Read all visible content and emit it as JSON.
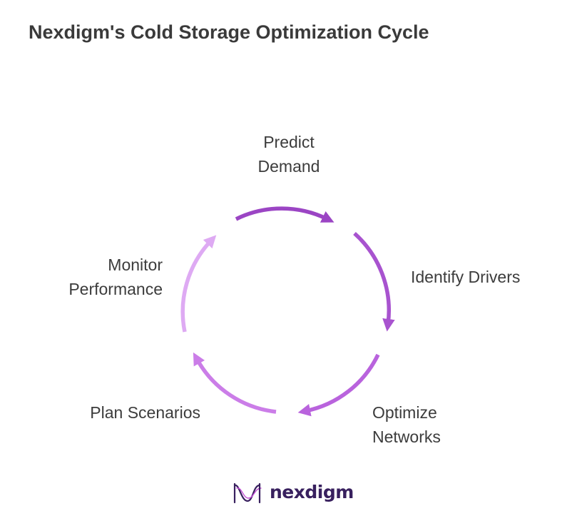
{
  "title": "Nexdigm's Cold Storage Optimization Cycle",
  "stages": [
    {
      "lines": [
        "Predict",
        "Demand"
      ],
      "color": "#9b45c4"
    },
    {
      "lines": [
        "Identify Drivers"
      ],
      "color": "#a853cf"
    },
    {
      "lines": [
        "Optimize",
        "Networks"
      ],
      "color": "#b963dd"
    },
    {
      "lines": [
        "Plan Scenarios"
      ],
      "color": "#cb7de8"
    },
    {
      "lines": [
        "Monitor",
        "Performance"
      ],
      "color": "#deaaf3"
    }
  ],
  "logo": {
    "text": "nexdigm",
    "mark_color": "#38205e"
  }
}
